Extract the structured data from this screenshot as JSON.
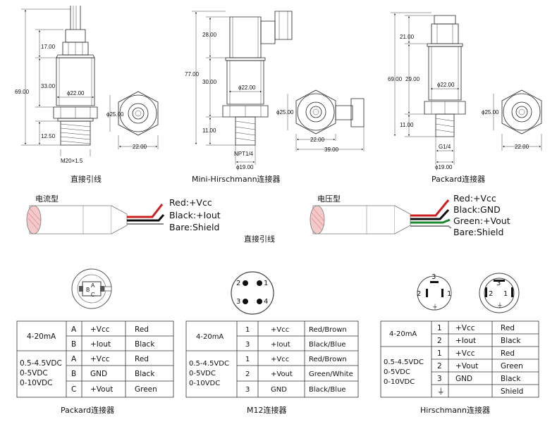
{
  "dims": {
    "d1": {
      "h17": "17.00",
      "h33": "33.00",
      "h69": "69.00",
      "h1250": "12.50",
      "dia22": "ϕ22.00",
      "thread": "M20×1.5",
      "dia25": "ϕ25.00",
      "w22": "22.00"
    },
    "d2": {
      "h28": "28.00",
      "h30": "30.00",
      "h77": "77.00",
      "h11": "11.00",
      "dia22": "ϕ22.00",
      "npt": "NPT1/4",
      "dia19": "ϕ19.00",
      "dia25": "ϕ25.00",
      "w22": "22.00",
      "w39": "39.00"
    },
    "d3": {
      "h21": "21.00",
      "h29": "29.00",
      "h69": "69.00",
      "h11": "11.00",
      "dia22": "ϕ22.00",
      "g14": "G1/4",
      "dia19": "ϕ19.00",
      "dia25": "ϕ25.00",
      "w22": "22.00"
    }
  },
  "captions": {
    "direct_cable": "直接引线",
    "mini_hirschmann": "Mini-Hirschmann连接器",
    "packard": "Packard连接器",
    "current_type": "电流型",
    "voltage_type": "电压型",
    "direct_cable_mid": "直接引线",
    "packard_bottom": "Packard连接器",
    "m12_bottom": "M12连接器",
    "hirschmann_bottom": "Hirschmann连接器"
  },
  "wires_current": [
    "Red:+Vcc",
    "Black:+Iout",
    "Bare:Shield"
  ],
  "wires_voltage": [
    "Red:+Vcc",
    "Black:GND",
    "Green:+Vout",
    "Bare:Shield"
  ],
  "colors": {
    "red": "#cc1f1f",
    "black": "#111111",
    "green": "#1e8a2e",
    "shield": "#777777",
    "stripe": "#e8a0a0"
  },
  "pin_labels": {
    "packard": [
      "A",
      "B",
      "C"
    ],
    "m12": [
      "2",
      "1",
      "3",
      "4"
    ],
    "hirsch": [
      "3",
      "2",
      "1",
      "⏚"
    ]
  },
  "tables": {
    "packard": {
      "group1": "4-20mA",
      "group2": [
        "0.5-4.5VDC",
        "0-5VDC",
        "0-10VDC"
      ],
      "rows": [
        [
          "A",
          "+Vcc",
          "Red"
        ],
        [
          "B",
          "+Iout",
          "Black"
        ],
        [
          "A",
          "+Vcc",
          "Red"
        ],
        [
          "B",
          "GND",
          "Black"
        ],
        [
          "C",
          "+Vout",
          "Green"
        ]
      ]
    },
    "m12": {
      "group1": "4-20mA",
      "group2": [
        "0.5-4.5VDC",
        "0-5VDC",
        "0-10VDC"
      ],
      "rows": [
        [
          "1",
          "+Vcc",
          "Red/Brown"
        ],
        [
          "3",
          "+Iout",
          "Black/Blue"
        ],
        [
          "1",
          "+Vcc",
          "Red/Brown"
        ],
        [
          "2",
          "+Vout",
          "Green/White"
        ],
        [
          "3",
          "GND",
          "Black/Blue"
        ]
      ]
    },
    "hirsch": {
      "group1": "4-20mA",
      "group2": [
        "0.5-4.5VDC",
        "0-5VDC",
        "0-10VDC"
      ],
      "rows": [
        [
          "1",
          "+Vcc",
          "Red"
        ],
        [
          "2",
          "+Iout",
          "Black"
        ],
        [
          "1",
          "+Vcc",
          "Red"
        ],
        [
          "2",
          "+Vout",
          "Green"
        ],
        [
          "3",
          "GND",
          "Black"
        ],
        [
          "⏚",
          "",
          "Shield"
        ]
      ]
    }
  }
}
